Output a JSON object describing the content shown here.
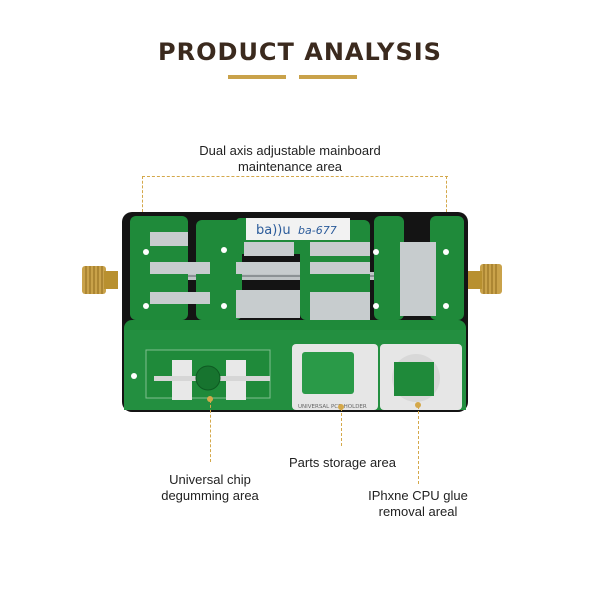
{
  "header": {
    "title": "PRODUCT ANALYSIS"
  },
  "labels": {
    "top_line1": "Dual axis adjustable mainboard",
    "top_line2": "maintenance area",
    "chip_line1": "Universal chip",
    "chip_line2": "degumming area",
    "parts": "Parts storage area",
    "cpu_line1": "IPhxne CPU glue",
    "cpu_line2": "removal areal"
  },
  "device": {
    "brand": "ba))u",
    "model": "ba-677",
    "holder_text": "UNIVERSAL PCB HOLDER"
  },
  "colors": {
    "title": "#3b2a1e",
    "accent_gold": "#d4a84a",
    "pcb_green": "#1f8a3a",
    "frame_black": "#111111",
    "knob_brass": "#c9a24a"
  }
}
